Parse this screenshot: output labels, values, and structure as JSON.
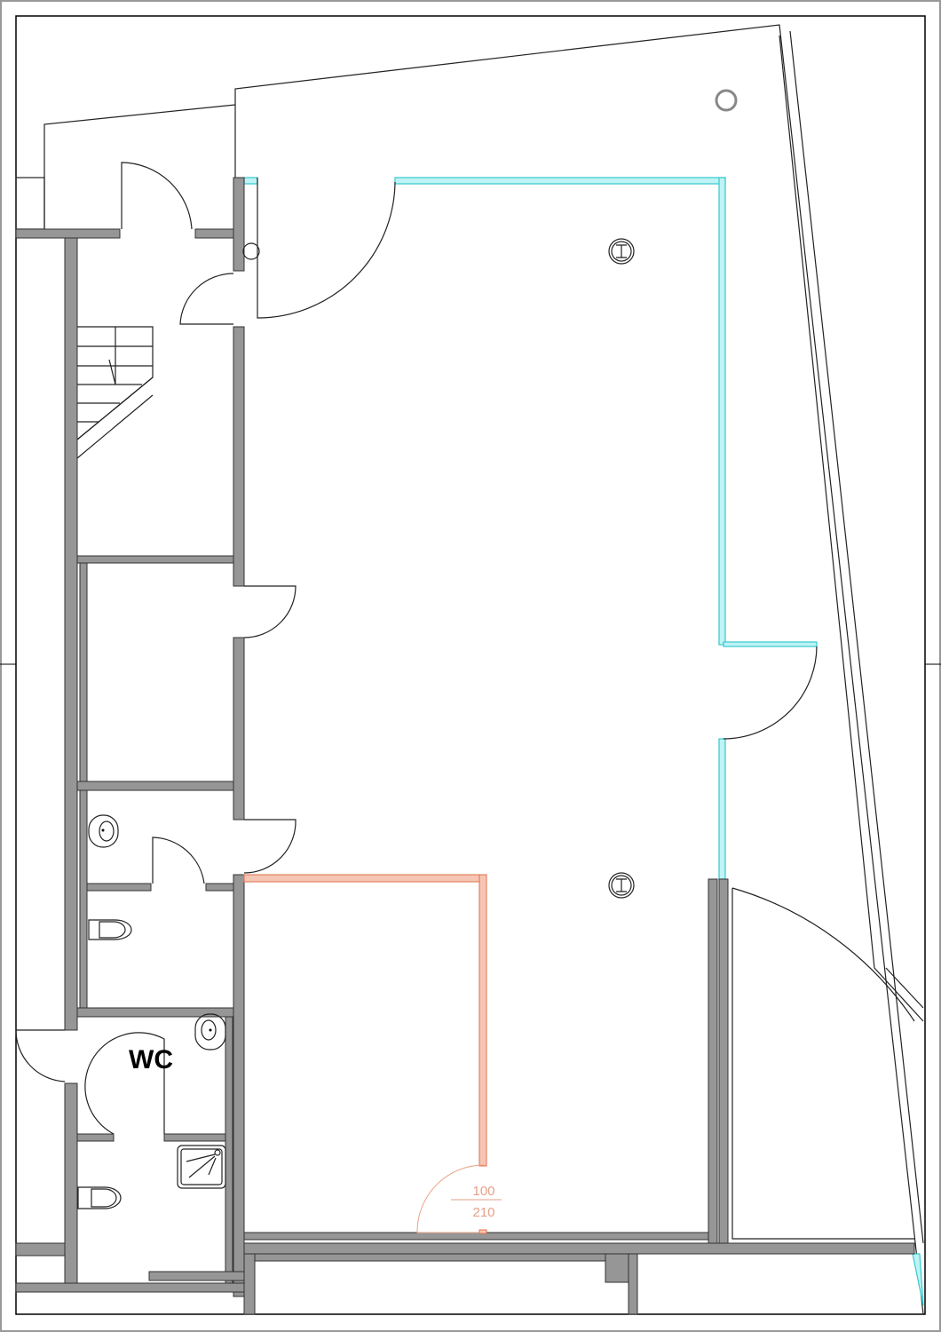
{
  "plan": {
    "room_label": "WC",
    "door_tag": {
      "width": "100",
      "height": "210"
    }
  },
  "colors": {
    "wall": "#969696",
    "glass": "#35c9cf",
    "new_wall": "#e0704a",
    "line": "#222222"
  }
}
